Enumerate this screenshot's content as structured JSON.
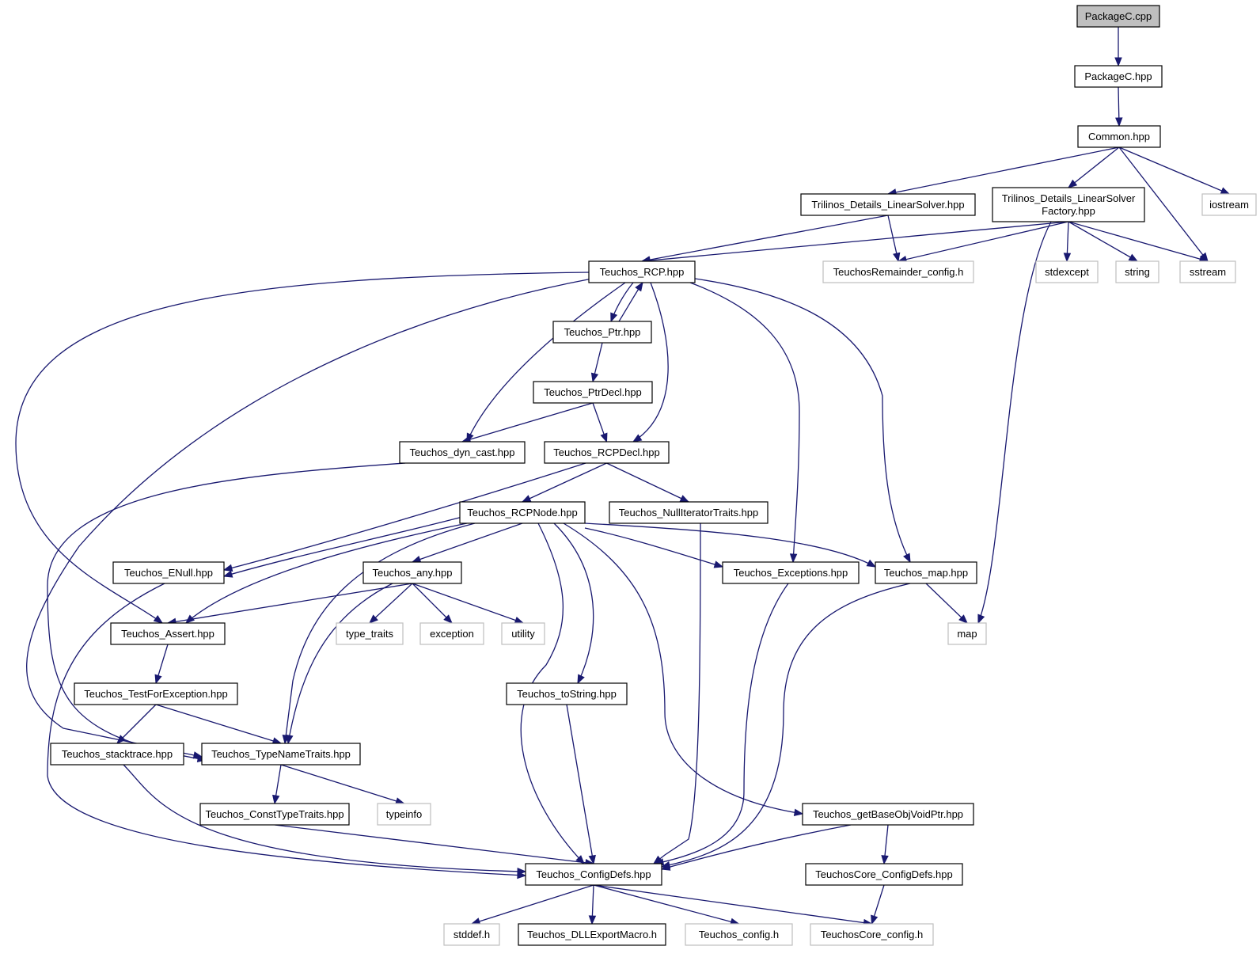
{
  "graph": {
    "nodes": [
      {
        "id": "PackageC.cpp",
        "lines": [
          "PackageC.cpp"
        ],
        "kind": "root"
      },
      {
        "id": "PackageC.hpp",
        "lines": [
          "PackageC.hpp"
        ],
        "kind": "file"
      },
      {
        "id": "Common.hpp",
        "lines": [
          "Common.hpp"
        ],
        "kind": "file"
      },
      {
        "id": "Trilinos_Details_LinearSolver.hpp",
        "lines": [
          "Trilinos_Details_LinearSolver.hpp"
        ],
        "kind": "file"
      },
      {
        "id": "Trilinos_Details_LinearSolverFactory.hpp",
        "lines": [
          "Trilinos_Details_LinearSolver",
          "Factory.hpp"
        ],
        "kind": "file"
      },
      {
        "id": "iostream",
        "lines": [
          "iostream"
        ],
        "kind": "external"
      },
      {
        "id": "Teuchos_RCP.hpp",
        "lines": [
          "Teuchos_RCP.hpp"
        ],
        "kind": "file"
      },
      {
        "id": "TeuchosRemainder_config.h",
        "lines": [
          "TeuchosRemainder_config.h"
        ],
        "kind": "external"
      },
      {
        "id": "stdexcept",
        "lines": [
          "stdexcept"
        ],
        "kind": "external"
      },
      {
        "id": "string",
        "lines": [
          "string"
        ],
        "kind": "external"
      },
      {
        "id": "sstream",
        "lines": [
          "sstream"
        ],
        "kind": "external"
      },
      {
        "id": "Teuchos_Ptr.hpp",
        "lines": [
          "Teuchos_Ptr.hpp"
        ],
        "kind": "file"
      },
      {
        "id": "Teuchos_PtrDecl.hpp",
        "lines": [
          "Teuchos_PtrDecl.hpp"
        ],
        "kind": "file"
      },
      {
        "id": "Teuchos_dyn_cast.hpp",
        "lines": [
          "Teuchos_dyn_cast.hpp"
        ],
        "kind": "file"
      },
      {
        "id": "Teuchos_RCPDecl.hpp",
        "lines": [
          "Teuchos_RCPDecl.hpp"
        ],
        "kind": "file"
      },
      {
        "id": "Teuchos_RCPNode.hpp",
        "lines": [
          "Teuchos_RCPNode.hpp"
        ],
        "kind": "file"
      },
      {
        "id": "Teuchos_NullIteratorTraits.hpp",
        "lines": [
          "Teuchos_NullIteratorTraits.hpp"
        ],
        "kind": "file"
      },
      {
        "id": "Teuchos_ENull.hpp",
        "lines": [
          "Teuchos_ENull.hpp"
        ],
        "kind": "file"
      },
      {
        "id": "Teuchos_any.hpp",
        "lines": [
          "Teuchos_any.hpp"
        ],
        "kind": "file"
      },
      {
        "id": "Teuchos_Exceptions.hpp",
        "lines": [
          "Teuchos_Exceptions.hpp"
        ],
        "kind": "file"
      },
      {
        "id": "Teuchos_map.hpp",
        "lines": [
          "Teuchos_map.hpp"
        ],
        "kind": "file"
      },
      {
        "id": "Teuchos_Assert.hpp",
        "lines": [
          "Teuchos_Assert.hpp"
        ],
        "kind": "file"
      },
      {
        "id": "type_traits",
        "lines": [
          "type_traits"
        ],
        "kind": "external"
      },
      {
        "id": "exception",
        "lines": [
          "exception"
        ],
        "kind": "external"
      },
      {
        "id": "utility",
        "lines": [
          "utility"
        ],
        "kind": "external"
      },
      {
        "id": "map",
        "lines": [
          "map"
        ],
        "kind": "external"
      },
      {
        "id": "Teuchos_TestForException.hpp",
        "lines": [
          "Teuchos_TestForException.hpp"
        ],
        "kind": "file"
      },
      {
        "id": "Teuchos_toString.hpp",
        "lines": [
          "Teuchos_toString.hpp"
        ],
        "kind": "file"
      },
      {
        "id": "Teuchos_stacktrace.hpp",
        "lines": [
          "Teuchos_stacktrace.hpp"
        ],
        "kind": "file"
      },
      {
        "id": "Teuchos_TypeNameTraits.hpp",
        "lines": [
          "Teuchos_TypeNameTraits.hpp"
        ],
        "kind": "file"
      },
      {
        "id": "Teuchos_ConstTypeTraits.hpp",
        "lines": [
          "Teuchos_ConstTypeTraits.hpp"
        ],
        "kind": "file"
      },
      {
        "id": "typeinfo",
        "lines": [
          "typeinfo"
        ],
        "kind": "external"
      },
      {
        "id": "Teuchos_getBaseObjVoidPtr.hpp",
        "lines": [
          "Teuchos_getBaseObjVoidPtr.hpp"
        ],
        "kind": "file"
      },
      {
        "id": "Teuchos_ConfigDefs.hpp",
        "lines": [
          "Teuchos_ConfigDefs.hpp"
        ],
        "kind": "file"
      },
      {
        "id": "TeuchosCore_ConfigDefs.hpp",
        "lines": [
          "TeuchosCore_ConfigDefs.hpp"
        ],
        "kind": "file"
      },
      {
        "id": "stddef.h",
        "lines": [
          "stddef.h"
        ],
        "kind": "external"
      },
      {
        "id": "Teuchos_DLLExportMacro.h",
        "lines": [
          "Teuchos_DLLExportMacro.h"
        ],
        "kind": "file"
      },
      {
        "id": "Teuchos_config.h",
        "lines": [
          "Teuchos_config.h"
        ],
        "kind": "external"
      },
      {
        "id": "TeuchosCore_config.h",
        "lines": [
          "TeuchosCore_config.h"
        ],
        "kind": "external"
      }
    ],
    "edges": [
      [
        "PackageC.cpp",
        "PackageC.hpp"
      ],
      [
        "PackageC.hpp",
        "Common.hpp"
      ],
      [
        "Common.hpp",
        "Trilinos_Details_LinearSolver.hpp"
      ],
      [
        "Common.hpp",
        "Trilinos_Details_LinearSolverFactory.hpp"
      ],
      [
        "Common.hpp",
        "iostream"
      ],
      [
        "Common.hpp",
        "sstream"
      ],
      [
        "Trilinos_Details_LinearSolver.hpp",
        "Teuchos_RCP.hpp"
      ],
      [
        "Trilinos_Details_LinearSolver.hpp",
        "TeuchosRemainder_config.h"
      ],
      [
        "Trilinos_Details_LinearSolverFactory.hpp",
        "Teuchos_RCP.hpp"
      ],
      [
        "Trilinos_Details_LinearSolverFactory.hpp",
        "TeuchosRemainder_config.h"
      ],
      [
        "Trilinos_Details_LinearSolverFactory.hpp",
        "stdexcept"
      ],
      [
        "Trilinos_Details_LinearSolverFactory.hpp",
        "string"
      ],
      [
        "Trilinos_Details_LinearSolverFactory.hpp",
        "sstream"
      ],
      [
        "Trilinos_Details_LinearSolverFactory.hpp",
        "map"
      ],
      [
        "Teuchos_RCP.hpp",
        "Teuchos_Ptr.hpp"
      ],
      [
        "Teuchos_Ptr.hpp",
        "Teuchos_RCP.hpp"
      ],
      [
        "Teuchos_RCP.hpp",
        "Teuchos_dyn_cast.hpp"
      ],
      [
        "Teuchos_RCP.hpp",
        "Teuchos_RCPDecl.hpp"
      ],
      [
        "Teuchos_RCP.hpp",
        "Teuchos_Exceptions.hpp"
      ],
      [
        "Teuchos_RCP.hpp",
        "Teuchos_map.hpp"
      ],
      [
        "Teuchos_RCP.hpp",
        "Teuchos_Assert.hpp"
      ],
      [
        "Teuchos_RCP.hpp",
        "Teuchos_TypeNameTraits.hpp"
      ],
      [
        "Teuchos_Ptr.hpp",
        "Teuchos_PtrDecl.hpp"
      ],
      [
        "Teuchos_PtrDecl.hpp",
        "Teuchos_dyn_cast.hpp"
      ],
      [
        "Teuchos_PtrDecl.hpp",
        "Teuchos_RCPDecl.hpp"
      ],
      [
        "Teuchos_dyn_cast.hpp",
        "Teuchos_TypeNameTraits.hpp"
      ],
      [
        "Teuchos_RCPDecl.hpp",
        "Teuchos_RCPNode.hpp"
      ],
      [
        "Teuchos_RCPDecl.hpp",
        "Teuchos_NullIteratorTraits.hpp"
      ],
      [
        "Teuchos_RCPDecl.hpp",
        "Teuchos_ENull.hpp"
      ],
      [
        "Teuchos_RCPNode.hpp",
        "Teuchos_ENull.hpp"
      ],
      [
        "Teuchos_RCPNode.hpp",
        "Teuchos_Assert.hpp"
      ],
      [
        "Teuchos_RCPNode.hpp",
        "Teuchos_any.hpp"
      ],
      [
        "Teuchos_RCPNode.hpp",
        "Teuchos_TypeNameTraits.hpp"
      ],
      [
        "Teuchos_RCPNode.hpp",
        "Teuchos_ConfigDefs.hpp"
      ],
      [
        "Teuchos_RCPNode.hpp",
        "Teuchos_toString.hpp"
      ],
      [
        "Teuchos_RCPNode.hpp",
        "Teuchos_getBaseObjVoidPtr.hpp"
      ],
      [
        "Teuchos_RCPNode.hpp",
        "Teuchos_Exceptions.hpp"
      ],
      [
        "Teuchos_RCPNode.hpp",
        "Teuchos_map.hpp"
      ],
      [
        "Teuchos_NullIteratorTraits.hpp",
        "Teuchos_ConfigDefs.hpp"
      ],
      [
        "Teuchos_ENull.hpp",
        "Teuchos_ConfigDefs.hpp"
      ],
      [
        "Teuchos_any.hpp",
        "Teuchos_Assert.hpp"
      ],
      [
        "Teuchos_any.hpp",
        "Teuchos_TypeNameTraits.hpp"
      ],
      [
        "Teuchos_any.hpp",
        "type_traits"
      ],
      [
        "Teuchos_any.hpp",
        "exception"
      ],
      [
        "Teuchos_any.hpp",
        "utility"
      ],
      [
        "Teuchos_Exceptions.hpp",
        "Teuchos_ConfigDefs.hpp"
      ],
      [
        "Teuchos_map.hpp",
        "map"
      ],
      [
        "Teuchos_map.hpp",
        "Teuchos_ConfigDefs.hpp"
      ],
      [
        "Teuchos_Assert.hpp",
        "Teuchos_TestForException.hpp"
      ],
      [
        "Teuchos_TestForException.hpp",
        "Teuchos_stacktrace.hpp"
      ],
      [
        "Teuchos_TestForException.hpp",
        "Teuchos_TypeNameTraits.hpp"
      ],
      [
        "Teuchos_stacktrace.hpp",
        "Teuchos_ConfigDefs.hpp"
      ],
      [
        "Teuchos_TypeNameTraits.hpp",
        "Teuchos_ConstTypeTraits.hpp"
      ],
      [
        "Teuchos_TypeNameTraits.hpp",
        "typeinfo"
      ],
      [
        "Teuchos_ConstTypeTraits.hpp",
        "Teuchos_ConfigDefs.hpp"
      ],
      [
        "Teuchos_toString.hpp",
        "Teuchos_ConfigDefs.hpp"
      ],
      [
        "Teuchos_getBaseObjVoidPtr.hpp",
        "Teuchos_ConfigDefs.hpp"
      ],
      [
        "Teuchos_getBaseObjVoidPtr.hpp",
        "TeuchosCore_ConfigDefs.hpp"
      ],
      [
        "TeuchosCore_ConfigDefs.hpp",
        "TeuchosCore_config.h"
      ],
      [
        "Teuchos_ConfigDefs.hpp",
        "stddef.h"
      ],
      [
        "Teuchos_ConfigDefs.hpp",
        "Teuchos_DLLExportMacro.h"
      ],
      [
        "Teuchos_ConfigDefs.hpp",
        "Teuchos_config.h"
      ],
      [
        "Teuchos_ConfigDefs.hpp",
        "TeuchosCore_config.h"
      ]
    ]
  }
}
